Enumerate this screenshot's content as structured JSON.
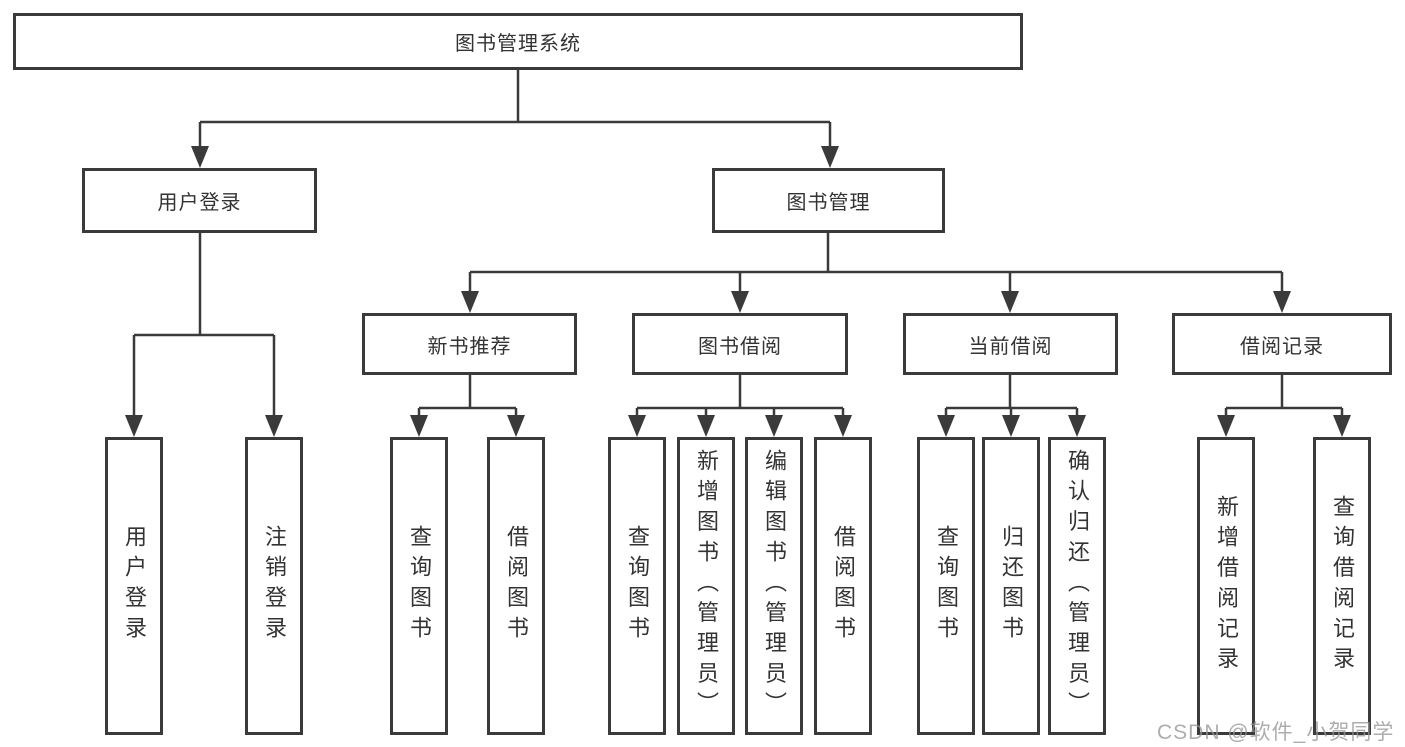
{
  "tree": {
    "label": "图书管理系统",
    "children": [
      {
        "label": "用户登录",
        "children": [
          {
            "label": "用户登录"
          },
          {
            "label": "注销登录"
          }
        ]
      },
      {
        "label": "图书管理",
        "children": [
          {
            "label": "新书推荐",
            "children": [
              {
                "label": "查询图书"
              },
              {
                "label": "借阅图书"
              }
            ]
          },
          {
            "label": "图书借阅",
            "children": [
              {
                "label": "查询图书"
              },
              {
                "label": "新增图书（管理员）"
              },
              {
                "label": "编辑图书（管理员）"
              },
              {
                "label": "借阅图书"
              }
            ]
          },
          {
            "label": "当前借阅",
            "children": [
              {
                "label": "查询图书"
              },
              {
                "label": "归还图书"
              },
              {
                "label": "确认归还（管理员）"
              }
            ]
          },
          {
            "label": "借阅记录",
            "children": [
              {
                "label": "新增借阅记录"
              },
              {
                "label": "查询借阅记录"
              }
            ]
          }
        ]
      }
    ]
  },
  "watermark": "CSDN @软件_小贺同学",
  "colors": {
    "line": "#3a3a3a",
    "box_border": "#3a3a3a",
    "text": "#333333",
    "watermark": "#969696",
    "background": "#ffffff"
  }
}
